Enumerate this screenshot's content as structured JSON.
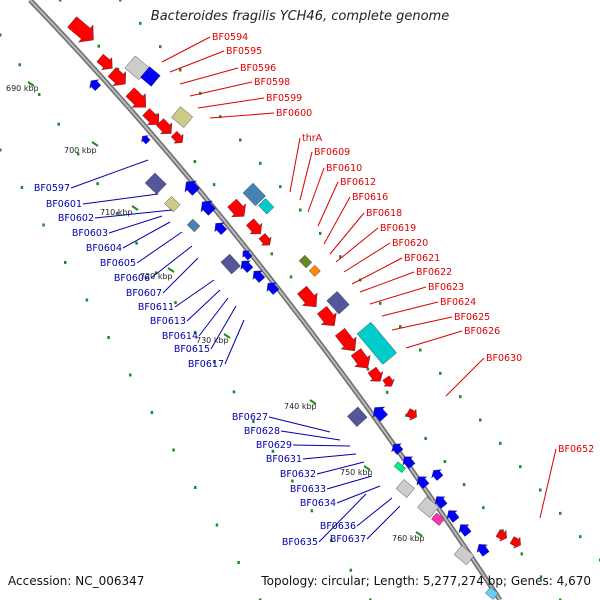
{
  "title": "Bacteroides fragilis YCH46, complete genome",
  "footer": {
    "accession": "Accession: NC_006347",
    "topology": "Topology: circular;",
    "length": "Length: 5,277,274 bp;",
    "genes": "Genes: 4,670"
  },
  "colors": {
    "backbone": "#888888",
    "forward_gene": "#ff0000",
    "reverse_gene": "#0000ff",
    "forward_label": "#dd0000",
    "reverse_label": "#0000aa",
    "gc_track": "#228b22",
    "cyan_feature": "#00cccc",
    "gray_feature": "#cccccc",
    "khaki_feature": "#cccc88",
    "slate_feature": "#555599",
    "steel_feature": "#4682b4"
  },
  "ticks": [
    {
      "label": "690 kbp"
    },
    {
      "label": "700 kbp"
    },
    {
      "label": "710 kbp"
    },
    {
      "label": "720 kbp"
    },
    {
      "label": "730 kbp"
    },
    {
      "label": "740 kbp"
    },
    {
      "label": "750 kbp"
    },
    {
      "label": "760 kbp"
    }
  ],
  "forward_labels": [
    "BF0594",
    "BF0595",
    "BF0596",
    "BF0598",
    "BF0599",
    "BF0600",
    "thrA",
    "BF0609",
    "BF0610",
    "BF0612",
    "BF0616",
    "BF0618",
    "BF0619",
    "BF0620",
    "BF0621",
    "BF0622",
    "BF0623",
    "BF0624",
    "BF0625",
    "BF0626",
    "BF0630",
    "BF0652"
  ],
  "reverse_labels": [
    "BF0597",
    "BF0601",
    "BF0602",
    "BF0603",
    "BF0604",
    "BF0605",
    "BF0606",
    "BF0607",
    "BF0611",
    "BF0613",
    "BF0614",
    "BF0615",
    "BF0617",
    "BF0627",
    "BF0628",
    "BF0629",
    "BF0631",
    "BF0632",
    "BF0633",
    "BF0634",
    "BF0636",
    "BF0637",
    "BF0635"
  ]
}
